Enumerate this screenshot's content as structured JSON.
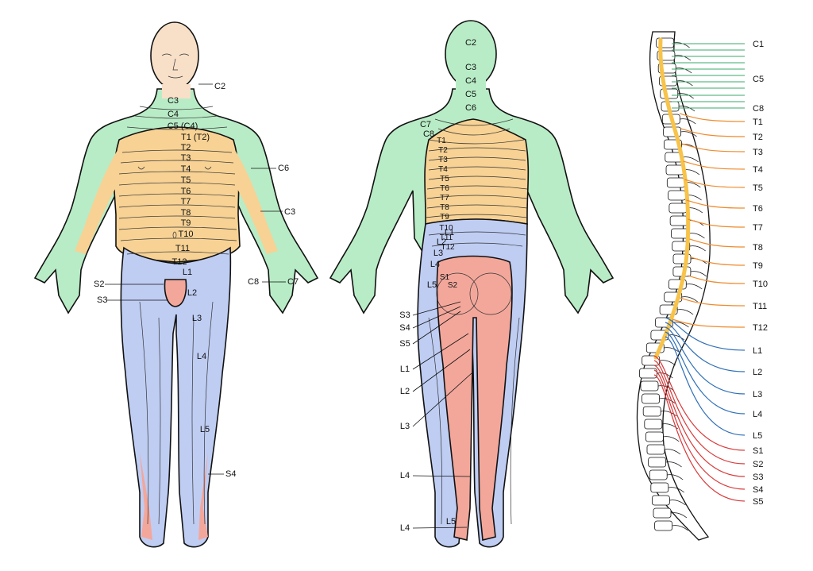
{
  "colors": {
    "cervical": "#b8ecc6",
    "thoracic": "#f7d294",
    "lumbar": "#bfcdf3",
    "sacral": "#f3a79b",
    "skin": "#f8dfc8",
    "cervical_line": "#3aa86a",
    "thoracic_line": "#ef8a2c",
    "lumbar_line": "#2f6fb8",
    "sacral_line": "#d83a3a",
    "spinal_cord": "#f7c34a"
  },
  "front_view": {
    "labels": [
      "C2",
      "C3",
      "C4",
      "C5 (C4)",
      "T1 (T2)",
      "T2",
      "T3",
      "T4",
      "T5",
      "T6",
      "T7",
      "T8",
      "T9",
      "T10",
      "T11",
      "T12",
      "L1",
      "L2",
      "L3",
      "L4",
      "L5",
      "S2",
      "S3",
      "C6",
      "C3",
      "C7",
      "C8",
      "S4"
    ]
  },
  "back_view": {
    "labels": [
      "C2",
      "C3",
      "C4",
      "C5",
      "C6",
      "C7",
      "C8",
      "T1",
      "T2",
      "T3",
      "T4",
      "T5",
      "T6",
      "T7",
      "T8",
      "T9",
      "T10",
      "T11",
      "T12",
      "L1",
      "L2",
      "L3",
      "L4",
      "L5",
      "S1",
      "S2",
      "S3",
      "S4",
      "S5",
      "L1",
      "L2",
      "L3",
      "L4",
      "L5",
      "L4"
    ]
  },
  "spine_view": {
    "nerves": [
      "C1",
      "C5",
      "C8",
      "T1",
      "T2",
      "T3",
      "T4",
      "T5",
      "T6",
      "T7",
      "T8",
      "T9",
      "T10",
      "T11",
      "T12",
      "L1",
      "L2",
      "L3",
      "L4",
      "L5",
      "S1",
      "S2",
      "S3",
      "S4",
      "S5"
    ]
  }
}
